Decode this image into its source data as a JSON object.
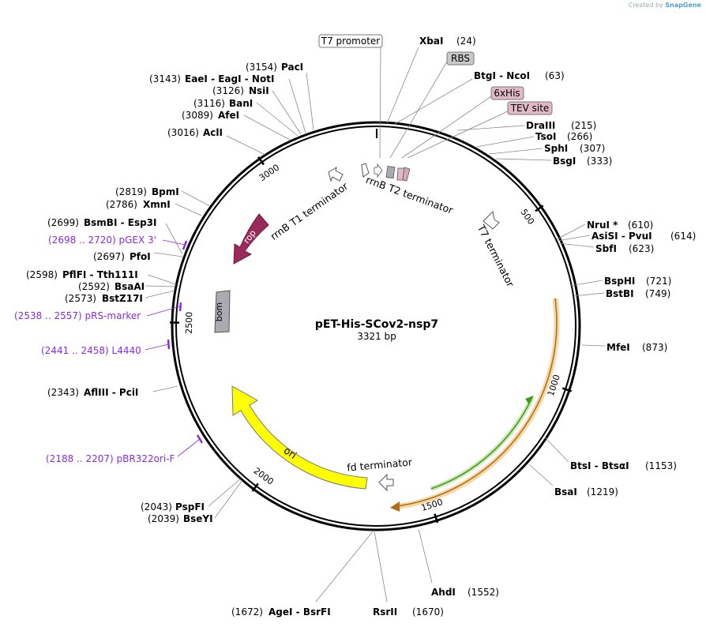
{
  "credit": {
    "prefix": "Created by",
    "brand": "SnapGene"
  },
  "plasmid": {
    "name": "pET-His-SCov2-nsp7",
    "size": "3321 bp",
    "total_bp": 3321
  },
  "ticks": [
    {
      "bp": 500,
      "label": "500"
    },
    {
      "bp": 1000,
      "label": "1000"
    },
    {
      "bp": 1500,
      "label": "1500"
    },
    {
      "bp": 2000,
      "label": "2000"
    },
    {
      "bp": 2500,
      "label": "2500"
    },
    {
      "bp": 3000,
      "label": "3000"
    }
  ],
  "sites": [
    {
      "bp": 24,
      "name": "XbaI",
      "pos": "(24)"
    },
    {
      "bp": 63,
      "name": "BtgI - NcoI",
      "pos": "(63)"
    },
    {
      "bp": 215,
      "name": "DraIII",
      "pos": "(215)"
    },
    {
      "bp": 266,
      "name": "TsoI",
      "pos": "(266)"
    },
    {
      "bp": 307,
      "name": "SphI",
      "pos": "(307)"
    },
    {
      "bp": 333,
      "name": "BsgI",
      "pos": "(333)"
    },
    {
      "bp": 610,
      "name": "NruI *",
      "pos": "(610)"
    },
    {
      "bp": 614,
      "name": "AsiSI - PvuI",
      "pos": "(614)"
    },
    {
      "bp": 623,
      "name": "SbfI",
      "pos": "(623)"
    },
    {
      "bp": 721,
      "name": "BspHI",
      "pos": "(721)"
    },
    {
      "bp": 749,
      "name": "BstBI",
      "pos": "(749)"
    },
    {
      "bp": 873,
      "name": "MfeI",
      "pos": "(873)"
    },
    {
      "bp": 1153,
      "name": "BtsI - BtsαI",
      "pos": "(1153)"
    },
    {
      "bp": 1219,
      "name": "BsaI",
      "pos": "(1219)"
    },
    {
      "bp": 1552,
      "name": "AhdI",
      "pos": "(1552)"
    },
    {
      "bp": 1670,
      "name": "RsrII",
      "pos": "(1670)"
    },
    {
      "bp": 1672,
      "name": "AgeI - BsrFI",
      "pos": "(1672)"
    },
    {
      "bp": 2039,
      "name": "BseYI",
      "pos": "(2039)"
    },
    {
      "bp": 2043,
      "name": "PspFI",
      "pos": "(2043)"
    },
    {
      "bp": 2343,
      "name": "AflIII - PciI",
      "pos": "(2343)"
    },
    {
      "bp": 2573,
      "name": "BstZ17I",
      "pos": "(2573)"
    },
    {
      "bp": 2592,
      "name": "BsaAI",
      "pos": "(2592)"
    },
    {
      "bp": 2598,
      "name": "PflFI - Tth111I",
      "pos": "(2598)"
    },
    {
      "bp": 2697,
      "name": "PfoI",
      "pos": "(2697)"
    },
    {
      "bp": 2699,
      "name": "BsmBI - Esp3I",
      "pos": "(2699)"
    },
    {
      "bp": 2786,
      "name": "XmnI",
      "pos": "(2786)"
    },
    {
      "bp": 2819,
      "name": "BpmI",
      "pos": "(2819)"
    },
    {
      "bp": 3016,
      "name": "AclI",
      "pos": "(3016)"
    },
    {
      "bp": 3089,
      "name": "AfeI",
      "pos": "(3089)"
    },
    {
      "bp": 3116,
      "name": "BanI",
      "pos": "(3116)"
    },
    {
      "bp": 3126,
      "name": "NsiI",
      "pos": "(3126)"
    },
    {
      "bp": 3143,
      "name": "EaeI - EagI - NotI",
      "pos": "(3143)"
    },
    {
      "bp": 3154,
      "name": "PacI",
      "pos": "(3154)"
    }
  ],
  "primers": [
    {
      "bp": 2709,
      "label": "(2698 .. 2720)  pGEX 3'"
    },
    {
      "bp": 2547,
      "label": "(2538 .. 2557)  pRS-marker"
    },
    {
      "bp": 2450,
      "label": "(2441 .. 2458)  L4440"
    },
    {
      "bp": 2197,
      "label": "(2188 .. 2207)  pBR322ori-F"
    }
  ],
  "boxed_features": [
    {
      "name": "T7 promoter",
      "bg": "#ffffff"
    },
    {
      "name": "RBS",
      "bg": "#c8c8c8"
    },
    {
      "name": "6xHis",
      "bg": "#e2b8c6"
    },
    {
      "name": "TEV site",
      "bg": "#e2b8c6"
    }
  ],
  "features": [
    {
      "name": "rop",
      "color": "#9b2a5c"
    },
    {
      "name": "bom",
      "color": "#a9abb0"
    },
    {
      "name": "ori",
      "color": "#ffff00"
    },
    {
      "name": "fd terminator"
    },
    {
      "name": "rrnB T1 terminator"
    },
    {
      "name": "rrnB T2 terminator"
    },
    {
      "name": "T7 terminator"
    }
  ],
  "colors": {
    "primer": "#8a2be2",
    "orf_orange": "#f0a030",
    "orf_green": "#3c9a1a"
  }
}
